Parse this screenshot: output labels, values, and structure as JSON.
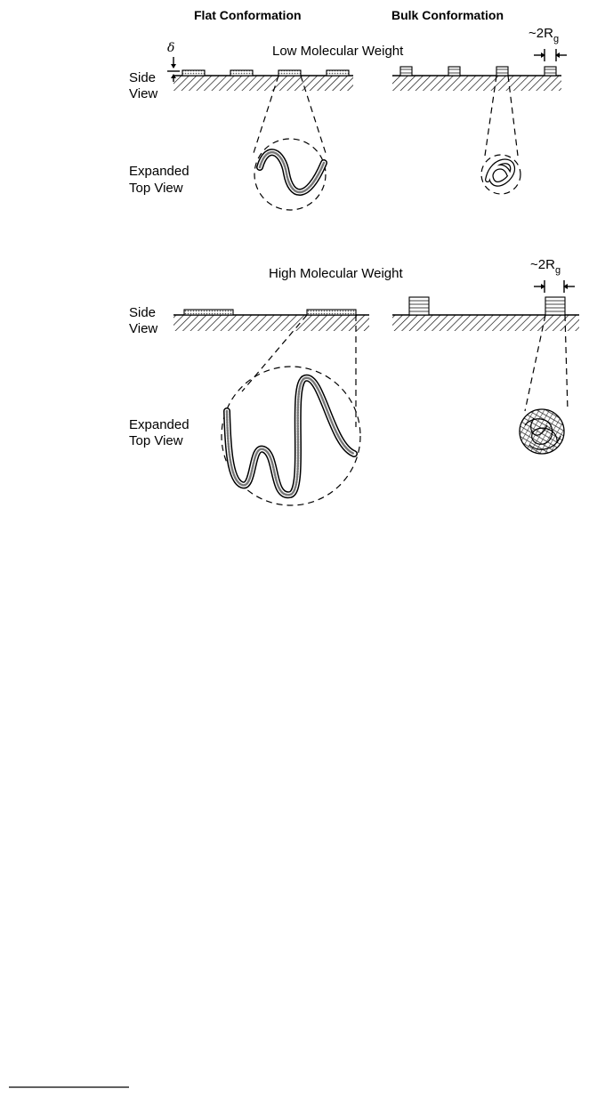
{
  "headers": {
    "flat": "Flat Conformation",
    "bulk": "Bulk Conformation"
  },
  "sections": {
    "low": "Low Molecular Weight",
    "high": "High Molecular Weight"
  },
  "labels": {
    "side_line1": "Side",
    "side_line2": "View",
    "expanded_line1": "Expanded",
    "expanded_line2": "Top View"
  },
  "symbols": {
    "delta": "δ",
    "rg_prefix": "~2R",
    "rg_sub": "g"
  },
  "colors": {
    "ink": "#000000",
    "background": "#ffffff"
  }
}
